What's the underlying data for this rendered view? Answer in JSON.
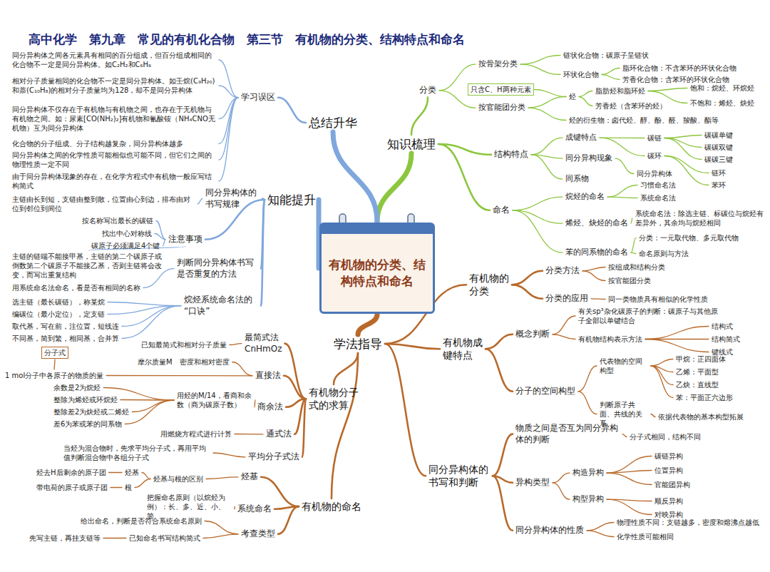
{
  "diagram": {
    "title": "高中化学　第九章　常见的有机化合物　第三节　有机物的分类、结构特点和命名",
    "nodes": [
      {
        "text": [
          "有机物的分类、结构特点和命名"
        ]
      },
      {
        "text": [
          "知识梳理"
        ]
      },
      {
        "text": [
          "总结升华"
        ]
      },
      {
        "text": [
          "知能提升"
        ]
      },
      {
        "text": [
          "学法指导"
        ]
      },
      {
        "text": [
          "有机物的分类"
        ]
      },
      {
        "text": [
          "有机物成键特点"
        ]
      },
      {
        "text": [
          "同分异构体的书写和判断"
        ]
      },
      {
        "text": [
          "有机物分子式的求算"
        ]
      },
      {
        "text": [
          "有机物的命名"
        ]
      },
      {
        "text": [
          "分类"
        ]
      },
      {
        "text": [
          "按骨架分类"
        ]
      },
      {
        "text": [
          "链状化合物：碳原子呈链状"
        ]
      },
      {
        "text": [
          "环状化合物"
        ]
      },
      {
        "text": [
          "脂环化合物：不含苯环的环状化合物"
        ]
      },
      {
        "text": [
          "芳香化合物：含苯环的环状化合物"
        ]
      },
      {
        "text": [
          "按官能团分类"
        ]
      },
      {
        "text": [
          "烃"
        ]
      },
      {
        "text": [
          "只含C、H两种元素"
        ]
      },
      {
        "text": [
          "脂肪烃和脂环烃"
        ]
      },
      {
        "text": [
          "饱和：烷烃、环烷烃"
        ]
      },
      {
        "text": [
          "不饱和：烯烃、炔烃"
        ]
      },
      {
        "text": [
          "芳香烃（含苯环的烃）"
        ]
      },
      {
        "text": [
          "烃的衍生物：卤代烃、醇、酚、醛、羧酸、酯等"
        ]
      },
      {
        "text": [
          "结构特点"
        ]
      },
      {
        "text": [
          "成键特点"
        ]
      },
      {
        "text": [
          "碳链"
        ]
      },
      {
        "text": [
          "碳碳单键"
        ]
      },
      {
        "text": [
          "碳碳双键"
        ]
      },
      {
        "text": [
          "碳碳三键"
        ]
      },
      {
        "text": [
          "碳环"
        ]
      },
      {
        "text": [
          "链环"
        ]
      },
      {
        "text": [
          "苯环"
        ]
      },
      {
        "text": [
          "同分异构现象"
        ]
      },
      {
        "text": [
          "同分异构体"
        ]
      },
      {
        "text": [
          "同系物"
        ]
      },
      {
        "text": [
          "命名"
        ]
      },
      {
        "text": [
          "烷烃的命名"
        ]
      },
      {
        "text": [
          "习惯命名法"
        ]
      },
      {
        "text": [
          "系统命名法"
        ]
      },
      {
        "text": [
          "烯烃、炔烃的命名"
        ]
      },
      {
        "text": [
          "系统命名法：除选主链、标碳位与烷烃有差异外，其余均与烷烃相同"
        ]
      },
      {
        "text": [
          "苯的同系物的命名"
        ]
      },
      {
        "text": [
          "分类：一元取代物、多元取代物"
        ]
      },
      {
        "text": [
          "命名原则与方法"
        ]
      },
      {
        "text": [
          "学习误区"
        ]
      },
      {
        "text": [
          "同分异构体之间各元素具有相同的百分组成，但百分组成相同的化合物不一定是同分异构体。如C₂H₂和C₆H₆"
        ]
      },
      {
        "text": [
          "相对分子质量相同的化合物不一定是同分异构体。如壬烷(C₉H₂₀)和萘(C₁₀H₈)的相对分子质量均为128，却不是同分异构体"
        ]
      },
      {
        "text": [
          "同分异构体不仅存在于有机物与有机物之间，也存在于无机物与有机物之间。如：尿素[CO(NH₂)₂]有机物和氰酸铵（NH₄CNO无机物）互为同分异构体"
        ]
      },
      {
        "text": [
          "化合物的分子组成、分子结构越复杂，同分异构体越多"
        ]
      },
      {
        "text": [
          "同分异构体之间的化学性质可能相似也可能不同，但它们之间的物理性质一定不同"
        ]
      },
      {
        "text": [
          "由于同分异构体现象的存在，在化学方程式中有机物一般应写结构简式"
        ]
      },
      {
        "text": [
          "同分异构体的书写规律"
        ]
      },
      {
        "text": [
          "主链由长到短，支链由整到散，位置由心到边，排布由对位到邻位到间位"
        ]
      },
      {
        "text": [
          "注意事项"
        ]
      },
      {
        "text": [
          "按名称写出最长的碳链"
        ]
      },
      {
        "text": [
          "找出中心对称线"
        ]
      },
      {
        "text": [
          "碳原子必须满足4个键"
        ]
      },
      {
        "text": [
          "主链的链端不能接甲基，主链的第二个碳原子或倒数第二个碳原子不能接乙基，否则主链将会改变，而写出重复结构"
        ]
      },
      {
        "text": [
          "判断同分异构体书写是否重复的方法"
        ]
      },
      {
        "text": [
          "用系统命名法命名，看是否有相同的名称"
        ]
      },
      {
        "text": [
          "烷烃系统命名法的“口诀”"
        ]
      },
      {
        "text": [
          "选主链（最长碳链），称某烷"
        ]
      },
      {
        "text": [
          "编碳位（最小定位），定支链"
        ]
      },
      {
        "text": [
          "取代基，写在前，注位置，短线连"
        ]
      },
      {
        "text": [
          "不同基，简到繁，相同基，合并算"
        ]
      },
      {
        "text": [
          "分类方法"
        ]
      },
      {
        "text": [
          "按组成和结构分类"
        ]
      },
      {
        "text": [
          "按官能团分类"
        ]
      },
      {
        "text": [
          "分类的应用"
        ]
      },
      {
        "text": [
          "同一类物质具有相似的化学性质"
        ]
      },
      {
        "text": [
          "概念判断"
        ]
      },
      {
        "text": [
          "有关sp³杂化碳原子的判断：碳原子与其他原子全部以单键结合"
        ]
      },
      {
        "text": [
          "有机物结构表示方法"
        ]
      },
      {
        "text": [
          "结构式"
        ]
      },
      {
        "text": [
          "结构简式"
        ]
      },
      {
        "text": [
          "键线式"
        ]
      },
      {
        "text": [
          "分子的空间构型"
        ]
      },
      {
        "text": [
          "代表物的空间构型"
        ]
      },
      {
        "text": [
          "甲烷：正四面体"
        ]
      },
      {
        "text": [
          "乙烯：平面型"
        ]
      },
      {
        "text": [
          "乙炔：直线型"
        ]
      },
      {
        "text": [
          "苯：平面正六边形"
        ]
      },
      {
        "text": [
          "判断原子共面、共线的关系"
        ]
      },
      {
        "text": [
          "依据代表物的基本构型拓展"
        ]
      },
      {
        "text": [
          "物质之间是否互为同分异构体的判断"
        ]
      },
      {
        "text": [
          "分子式相同，结构不同"
        ]
      },
      {
        "text": [
          "异构类型"
        ]
      },
      {
        "text": [
          "构造异构"
        ]
      },
      {
        "text": [
          "碳链异构"
        ]
      },
      {
        "text": [
          "位置异构"
        ]
      },
      {
        "text": [
          "官能团异构"
        ]
      },
      {
        "text": [
          "构型异构"
        ]
      },
      {
        "text": [
          "顺反异构"
        ]
      },
      {
        "text": [
          "对映异构"
        ]
      },
      {
        "text": [
          "同分异构体的性质"
        ]
      },
      {
        "text": [
          "物理性质不同：支链越多，密度和熔沸点越低"
        ]
      },
      {
        "text": [
          "化学性质可能相同"
        ]
      },
      {
        "text": [
          "最简式法",
          "CnHmOz"
        ]
      },
      {
        "text": [
          "已知最简式和相对分子质量"
        ]
      },
      {
        "text": [
          "直接法"
        ]
      },
      {
        "text": [
          "摩尔质量M　密度和相对密度"
        ]
      },
      {
        "text": [
          "分子式"
        ]
      },
      {
        "text": [
          "1 mol分子中各原子的物质的量"
        ]
      },
      {
        "text": [
          "商余法"
        ]
      },
      {
        "text": [
          "用烃的M/14，看商和余数（商为碳原子数）"
        ]
      },
      {
        "text": [
          "余数是2为烷烃"
        ]
      },
      {
        "text": [
          "整除为烯烃或环烷烃"
        ]
      },
      {
        "text": [
          "整除差2为炔烃或二烯烃"
        ]
      },
      {
        "text": [
          "差6为苯或苯的同系物"
        ]
      },
      {
        "text": [
          "通式法"
        ]
      },
      {
        "text": [
          "用燃烧方程式进行计算"
        ]
      },
      {
        "text": [
          "平均分子式法"
        ]
      },
      {
        "text": [
          "当烃为混合物时，先求平均分子式，再用平均值判断混合物中各组分子式"
        ]
      },
      {
        "text": [
          "烃基"
        ]
      },
      {
        "text": [
          "烃基与根的区别"
        ]
      },
      {
        "text": [
          "烃基"
        ]
      },
      {
        "text": [
          "烃去H后剩余的原子团"
        ]
      },
      {
        "text": [
          "根"
        ]
      },
      {
        "text": [
          "带电荷的原子或原子团"
        ]
      },
      {
        "text": [
          "系统命名"
        ]
      },
      {
        "text": [
          "把握命名原则（以烷烃为例）：长、多、近、小、简"
        ]
      },
      {
        "text": [
          "考查类型"
        ]
      },
      {
        "text": [
          "给出命名，判断是否符合系统命名原则"
        ]
      },
      {
        "text": [
          "已知命名书写结构简式"
        ]
      },
      {
        "text": [
          "先写主链，再挂支链等"
        ]
      }
    ],
    "edges": [
      {
        "from": 0,
        "to": 1,
        "arrow": "none"
      },
      {
        "from": 0,
        "to": 2,
        "arrow": "none"
      },
      {
        "from": 0,
        "to": 3,
        "arrow": "none"
      },
      {
        "from": 0,
        "to": 4,
        "arrow": "none"
      },
      {
        "from": 1,
        "to": 10,
        "arrow": "none"
      },
      {
        "from": 1,
        "to": 24,
        "arrow": "none"
      },
      {
        "from": 1,
        "to": 36,
        "arrow": "none"
      },
      {
        "from": 10,
        "to": 11,
        "arrow": "none"
      },
      {
        "from": 10,
        "to": 16,
        "arrow": "none"
      },
      {
        "from": 11,
        "to": 12,
        "arrow": "none"
      },
      {
        "from": 11,
        "to": 13,
        "arrow": "none"
      },
      {
        "from": 13,
        "to": 14,
        "arrow": "none"
      },
      {
        "from": 13,
        "to": 15,
        "arrow": "none"
      },
      {
        "from": 16,
        "to": 17,
        "arrow": "none"
      },
      {
        "from": 18,
        "to": 17,
        "arrow": "none"
      },
      {
        "from": 17,
        "to": 19,
        "arrow": "none"
      },
      {
        "from": 17,
        "to": 22,
        "arrow": "none"
      },
      {
        "from": 19,
        "to": 20,
        "arrow": "none"
      },
      {
        "from": 19,
        "to": 21,
        "arrow": "none"
      },
      {
        "from": 16,
        "to": 23,
        "arrow": "none"
      },
      {
        "from": 24,
        "to": 25,
        "arrow": "none"
      },
      {
        "from": 24,
        "to": 33,
        "arrow": "none"
      },
      {
        "from": 24,
        "to": 35,
        "arrow": "none"
      },
      {
        "from": 25,
        "to": 26,
        "arrow": "none"
      },
      {
        "from": 25,
        "to": 30,
        "arrow": "none"
      },
      {
        "from": 26,
        "to": 27,
        "arrow": "none"
      },
      {
        "from": 26,
        "to": 28,
        "arrow": "none"
      },
      {
        "from": 26,
        "to": 29,
        "arrow": "none"
      },
      {
        "from": 30,
        "to": 31,
        "arrow": "none"
      },
      {
        "from": 30,
        "to": 32,
        "arrow": "none"
      },
      {
        "from": 33,
        "to": 34,
        "arrow": "none"
      },
      {
        "from": 36,
        "to": 37,
        "arrow": "none"
      },
      {
        "from": 36,
        "to": 40,
        "arrow": "none"
      },
      {
        "from": 36,
        "to": 42,
        "arrow": "none"
      },
      {
        "from": 37,
        "to": 38,
        "arrow": "none"
      },
      {
        "from": 37,
        "to": 39,
        "arrow": "none"
      },
      {
        "from": 40,
        "to": 41,
        "arrow": "none"
      },
      {
        "from": 42,
        "to": 43,
        "arrow": "none"
      },
      {
        "from": 42,
        "to": 44,
        "arrow": "none"
      },
      {
        "from": 2,
        "to": 45,
        "arrow": "none"
      },
      {
        "from": 45,
        "to": 46,
        "arrow": "none"
      },
      {
        "from": 45,
        "to": 47,
        "arrow": "none"
      },
      {
        "from": 45,
        "to": 48,
        "arrow": "none"
      },
      {
        "from": 45,
        "to": 49,
        "arrow": "none"
      },
      {
        "from": 45,
        "to": 50,
        "arrow": "none"
      },
      {
        "from": 45,
        "to": 51,
        "arrow": "none"
      },
      {
        "from": 3,
        "to": 52,
        "arrow": "none"
      },
      {
        "from": 52,
        "to": 53,
        "arrow": "none"
      },
      {
        "from": 3,
        "to": 54,
        "arrow": "none"
      },
      {
        "from": 54,
        "to": 55,
        "arrow": "none"
      },
      {
        "from": 54,
        "to": 56,
        "arrow": "none"
      },
      {
        "from": 54,
        "to": 57,
        "arrow": "none"
      },
      {
        "from": 54,
        "to": 58,
        "arrow": "none"
      },
      {
        "from": 3,
        "to": 59,
        "arrow": "none"
      },
      {
        "from": 59,
        "to": 60,
        "arrow": "none"
      },
      {
        "from": 3,
        "to": 61,
        "arrow": "none"
      },
      {
        "from": 61,
        "to": 62,
        "arrow": "none"
      },
      {
        "from": 61,
        "to": 63,
        "arrow": "none"
      },
      {
        "from": 61,
        "to": 64,
        "arrow": "none"
      },
      {
        "from": 61,
        "to": 65,
        "arrow": "none"
      },
      {
        "from": 4,
        "to": 5,
        "arrow": "none"
      },
      {
        "from": 4,
        "to": 6,
        "arrow": "none"
      },
      {
        "from": 4,
        "to": 7,
        "arrow": "none"
      },
      {
        "from": 4,
        "to": 8,
        "arrow": "none"
      },
      {
        "from": 4,
        "to": 9,
        "arrow": "none"
      },
      {
        "from": 5,
        "to": 66,
        "arrow": "none"
      },
      {
        "from": 5,
        "to": 69,
        "arrow": "none"
      },
      {
        "from": 66,
        "to": 67,
        "arrow": "none"
      },
      {
        "from": 66,
        "to": 68,
        "arrow": "none"
      },
      {
        "from": 69,
        "to": 70,
        "arrow": "none"
      },
      {
        "from": 6,
        "to": 71,
        "arrow": "none"
      },
      {
        "from": 6,
        "to": 77,
        "arrow": "none"
      },
      {
        "from": 71,
        "to": 72,
        "arrow": "none"
      },
      {
        "from": 71,
        "to": 73,
        "arrow": "none"
      },
      {
        "from": 73,
        "to": 74,
        "arrow": "none"
      },
      {
        "from": 73,
        "to": 75,
        "arrow": "none"
      },
      {
        "from": 73,
        "to": 76,
        "arrow": "none"
      },
      {
        "from": 77,
        "to": 78,
        "arrow": "none"
      },
      {
        "from": 77,
        "to": 83,
        "arrow": "none"
      },
      {
        "from": 78,
        "to": 79,
        "arrow": "none"
      },
      {
        "from": 78,
        "to": 80,
        "arrow": "none"
      },
      {
        "from": 78,
        "to": 81,
        "arrow": "none"
      },
      {
        "from": 78,
        "to": 82,
        "arrow": "none"
      },
      {
        "from": 83,
        "to": 84,
        "arrow": "none"
      },
      {
        "from": 7,
        "to": 85,
        "arrow": "none"
      },
      {
        "from": 7,
        "to": 87,
        "arrow": "none"
      },
      {
        "from": 7,
        "to": 95,
        "arrow": "none"
      },
      {
        "from": 85,
        "to": 86,
        "arrow": "none"
      },
      {
        "from": 87,
        "to": 88,
        "arrow": "none"
      },
      {
        "from": 87,
        "to": 92,
        "arrow": "none"
      },
      {
        "from": 88,
        "to": 89,
        "arrow": "none"
      },
      {
        "from": 88,
        "to": 90,
        "arrow": "none"
      },
      {
        "from": 88,
        "to": 91,
        "arrow": "none"
      },
      {
        "from": 92,
        "to": 93,
        "arrow": "none"
      },
      {
        "from": 92,
        "to": 94,
        "arrow": "none"
      },
      {
        "from": 95,
        "to": 96,
        "arrow": "none"
      },
      {
        "from": 95,
        "to": 97,
        "arrow": "none"
      },
      {
        "from": 8,
        "to": 98,
        "arrow": "none"
      },
      {
        "from": 98,
        "to": 99,
        "arrow": "none"
      },
      {
        "from": 8,
        "to": 100,
        "arrow": "none"
      },
      {
        "from": 100,
        "to": 101,
        "arrow": "none"
      },
      {
        "from": 100,
        "to": 103,
        "arrow": "none"
      },
      {
        "from": 102,
        "to": 103,
        "arrow": "none"
      },
      {
        "from": 8,
        "to": 104,
        "arrow": "none"
      },
      {
        "from": 104,
        "to": 105,
        "arrow": "none"
      },
      {
        "from": 105,
        "to": 106,
        "arrow": "none"
      },
      {
        "from": 105,
        "to": 107,
        "arrow": "none"
      },
      {
        "from": 105,
        "to": 108,
        "arrow": "none"
      },
      {
        "from": 105,
        "to": 109,
        "arrow": "none"
      },
      {
        "from": 8,
        "to": 110,
        "arrow": "none"
      },
      {
        "from": 110,
        "to": 111,
        "arrow": "none"
      },
      {
        "from": 8,
        "to": 112,
        "arrow": "none"
      },
      {
        "from": 112,
        "to": 113,
        "arrow": "none"
      },
      {
        "from": 9,
        "to": 114,
        "arrow": "none"
      },
      {
        "from": 114,
        "to": 115,
        "arrow": "none"
      },
      {
        "from": 115,
        "to": 116,
        "arrow": "none"
      },
      {
        "from": 115,
        "to": 118,
        "arrow": "none"
      },
      {
        "from": 116,
        "to": 117,
        "arrow": "none"
      },
      {
        "from": 118,
        "to": 119,
        "arrow": "none"
      },
      {
        "from": 9,
        "to": 120,
        "arrow": "none"
      },
      {
        "from": 120,
        "to": 121,
        "arrow": "none"
      },
      {
        "from": 9,
        "to": 122,
        "arrow": "none"
      },
      {
        "from": 122,
        "to": 123,
        "arrow": "none"
      },
      {
        "from": 122,
        "to": 124,
        "arrow": "none"
      },
      {
        "from": 124,
        "to": 125,
        "arrow": "none"
      }
    ]
  }
}
